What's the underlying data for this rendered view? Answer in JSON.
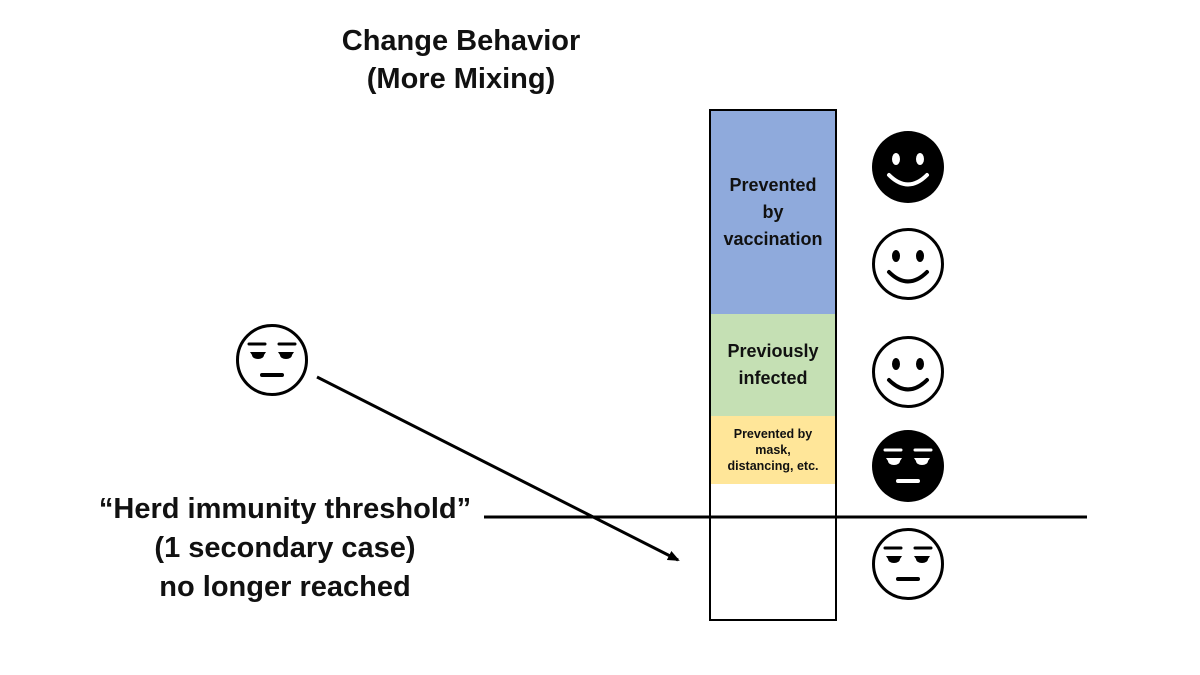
{
  "title": {
    "line1": "Change Behavior",
    "line2": "(More Mixing)"
  },
  "bar": {
    "segments": [
      {
        "key": "vaccination",
        "label": "Prevented by vaccination",
        "color": "#8faadc"
      },
      {
        "key": "infected",
        "label": "Previously infected",
        "color": "#c5e0b4"
      },
      {
        "key": "mask",
        "label": "Prevented by mask, distancing, etc.",
        "color": "#ffe699"
      }
    ],
    "vacc_lines": [
      "Prevented",
      "by",
      "vaccination"
    ],
    "prev_lines": [
      "Previously",
      "infected"
    ],
    "mask_lines": [
      "Prevented by",
      "mask,",
      "distancing, etc."
    ]
  },
  "threshold": {
    "line1": "“Herd immunity threshold”",
    "line2": "(1 secondary case)",
    "line3": "no longer reached"
  },
  "faces": [
    {
      "icon": "smiling-face-filled-icon"
    },
    {
      "icon": "smiling-face-outline-icon"
    },
    {
      "icon": "smiling-face-outline-icon"
    },
    {
      "icon": "neutral-face-filled-icon"
    },
    {
      "icon": "neutral-face-outline-icon"
    },
    {
      "icon": "neutral-face-outline-icon"
    }
  ]
}
